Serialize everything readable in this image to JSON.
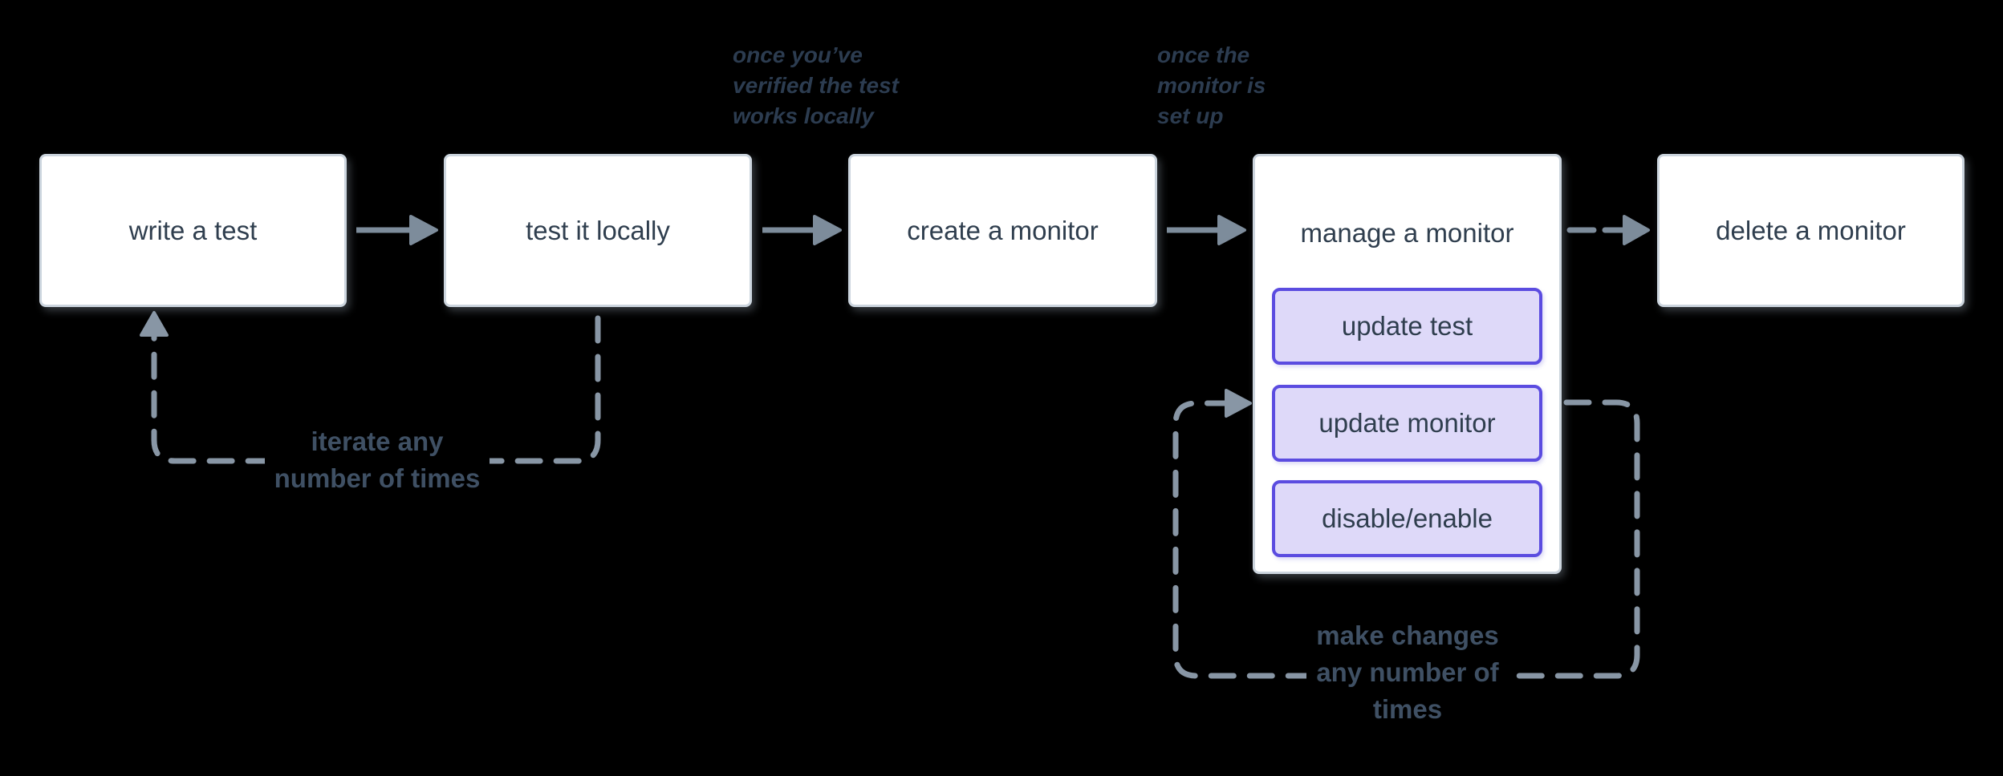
{
  "background": "#000000",
  "colors": {
    "box_bg": "#ffffff",
    "box_border": "#ccd5de",
    "box_text": "#2f3e4e",
    "arrow": "#7d8c9b",
    "dashed": "#8896a5",
    "accent_border": "#5b4ce0",
    "accent_bg": "#ded9f9",
    "note_text": "#2c3c50",
    "loop_label_text": "#3f5064"
  },
  "nodes": [
    {
      "label": "write a test"
    },
    {
      "label": "test it locally"
    },
    {
      "label": "create a monitor"
    },
    {
      "label": "manage a monitor",
      "children": [
        {
          "label": "update test"
        },
        {
          "label": "update monitor"
        },
        {
          "label": "disable/enable"
        }
      ]
    },
    {
      "label": "delete a monitor"
    }
  ],
  "annotations": {
    "verified_note": {
      "lines": [
        "once you’ve",
        "verified the test",
        "works locally"
      ]
    },
    "setup_note": {
      "lines": [
        "once the",
        "monitor is",
        "set up"
      ]
    },
    "iterate_label": {
      "lines": [
        "iterate any",
        "number of times"
      ]
    },
    "changes_label": {
      "lines": [
        "make changes",
        "any number of",
        "times"
      ]
    }
  }
}
